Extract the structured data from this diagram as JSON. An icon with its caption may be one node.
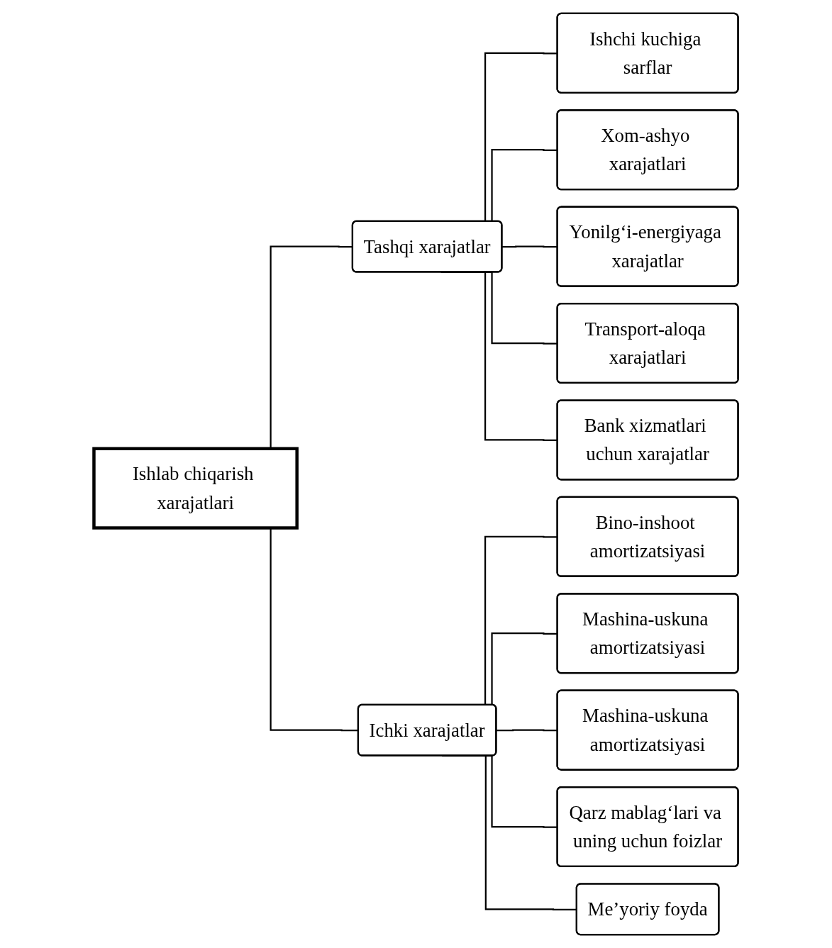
{
  "diagram": {
    "nodes": [
      {
        "text": [
          "Ishlab chiqarish xarajatlari"
        ]
      },
      {
        "text": [
          "Tashqi xarajatlar"
        ]
      },
      {
        "text": [
          "Ichki xarajatlar"
        ]
      },
      {
        "text": [
          "Ishchi kuchiga sarflar"
        ]
      },
      {
        "text": [
          "Xom-ashyo xarajatlari"
        ]
      },
      {
        "text": [
          "Yonilg‘i-energiyaga xarajatlar"
        ]
      },
      {
        "text": [
          "Transport-aloqa xarajatlari"
        ]
      },
      {
        "text": [
          "Bank xizmatlari uchun xarajatlar"
        ]
      },
      {
        "text": [
          "Bino-inshoot amortizatsiyasi"
        ]
      },
      {
        "text": [
          "Mashina-uskuna amortizatsiyasi"
        ]
      },
      {
        "text": [
          "Mashina-uskuna amortizatsiyasi"
        ]
      },
      {
        "text": [
          "Qarz mablag‘lari va uning uchun foizlar"
        ]
      },
      {
        "text": [
          "Me’yoriy foyda"
        ]
      }
    ],
    "edges": [
      {
        "from": 0,
        "to": 1,
        "arrow": "none"
      },
      {
        "from": 0,
        "to": 2,
        "arrow": "none"
      },
      {
        "from": 1,
        "to": 3,
        "arrow": "none"
      },
      {
        "from": 1,
        "to": 4,
        "arrow": "none"
      },
      {
        "from": 1,
        "to": 5,
        "arrow": "none"
      },
      {
        "from": 1,
        "to": 6,
        "arrow": "none"
      },
      {
        "from": 1,
        "to": 7,
        "arrow": "none"
      },
      {
        "from": 2,
        "to": 8,
        "arrow": "none"
      },
      {
        "from": 2,
        "to": 9,
        "arrow": "none"
      },
      {
        "from": 2,
        "to": 10,
        "arrow": "none"
      },
      {
        "from": 2,
        "to": 11,
        "arrow": "none"
      },
      {
        "from": 2,
        "to": 12,
        "arrow": "none"
      }
    ]
  }
}
